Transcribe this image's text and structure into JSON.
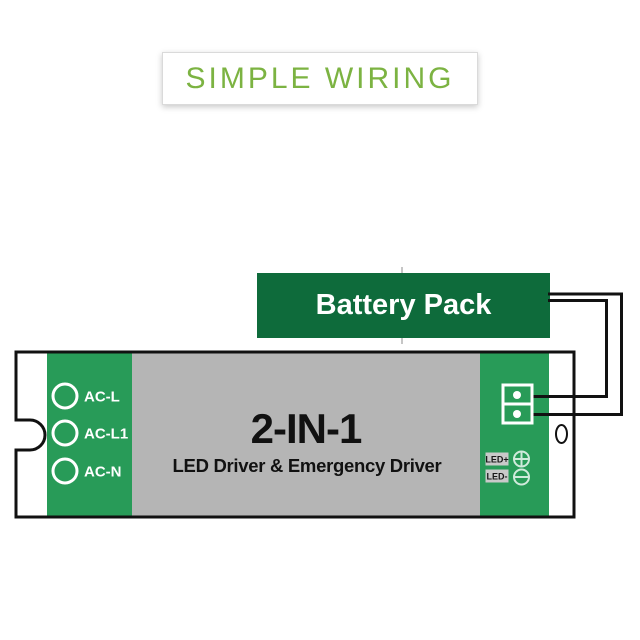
{
  "title": {
    "label": "SIMPLE WIRING",
    "color": "#7CB342"
  },
  "battery_pack": {
    "label": "Battery Pack",
    "color": "#0E6B3B"
  },
  "driver": {
    "model": "2-IN-1",
    "subtitle": "LED Driver & Emergency Driver",
    "body_color": "#289B58",
    "label_area_color": "#B5B5B5",
    "input_terminals": [
      {
        "label": "AC-L"
      },
      {
        "label": "AC-L1"
      },
      {
        "label": "AC-N"
      }
    ],
    "output_terminals": [
      {
        "label": "LED+"
      },
      {
        "label": "LED-"
      }
    ],
    "battery_terminal_poles": 2
  },
  "wires": {
    "color": "#111111",
    "count": 2
  }
}
